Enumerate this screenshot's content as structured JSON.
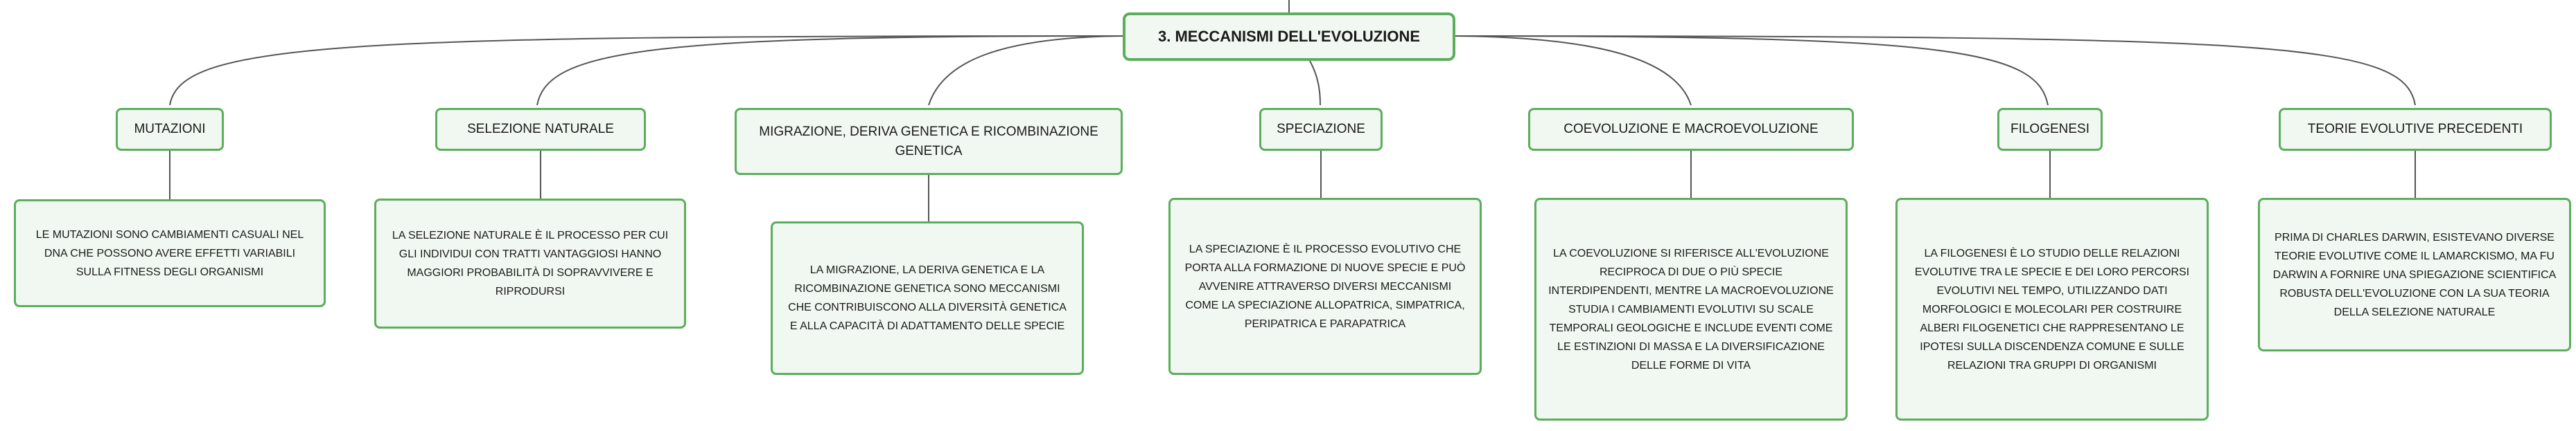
{
  "root": {
    "label": "3. MECCANISMI DELL'EVOLUZIONE"
  },
  "topics": [
    {
      "label": "MUTAZIONI",
      "description": "LE MUTAZIONI SONO CAMBIAMENTI CASUALI NEL DNA CHE POSSONO AVERE EFFETTI VARIABILI SULLA FITNESS DEGLI ORGANISMI"
    },
    {
      "label": "SELEZIONE NATURALE",
      "description": "LA SELEZIONE NATURALE È IL PROCESSO PER CUI GLI INDIVIDUI CON TRATTI VANTAGGIOSI HANNO MAGGIORI PROBABILITÀ DI SOPRAVVIVERE E RIPRODURSI"
    },
    {
      "label": "MIGRAZIONE, DERIVA GENETICA E RICOMBINAZIONE GENETICA",
      "description": "LA MIGRAZIONE, LA DERIVA GENETICA E LA RICOMBINAZIONE GENETICA SONO MECCANISMI CHE CONTRIBUISCONO ALLA DIVERSITÀ GENETICA E ALLA CAPACITÀ DI ADATTAMENTO DELLE SPECIE"
    },
    {
      "label": "SPECIAZIONE",
      "description": "LA SPECIAZIONE È IL PROCESSO EVOLUTIVO CHE PORTA ALLA FORMAZIONE DI NUOVE SPECIE E PUÒ AVVENIRE ATTRAVERSO DIVERSI MECCANISMI COME LA SPECIAZIONE ALLOPATRICA, SIMPATRICA, PERIPATRICA E PARAPATRICA"
    },
    {
      "label": "COEVOLUZIONE E MACROEVOLUZIONE",
      "description": "LA COEVOLUZIONE SI RIFERISCE ALL'EVOLUZIONE RECIPROCA DI DUE O PIÙ SPECIE INTERDIPENDENTI, MENTRE LA MACROEVOLUZIONE STUDIA I CAMBIAMENTI EVOLUTIVI SU SCALE TEMPORALI GEOLOGICHE E INCLUDE EVENTI COME LE ESTINZIONI DI MASSA E LA DIVERSIFICAZIONE DELLE FORME DI VITA"
    },
    {
      "label": "FILOGENESI",
      "description": "LA FILOGENESI È LO STUDIO DELLE RELAZIONI EVOLUTIVE TRA LE SPECIE E DEI LORO PERCORSI EVOLUTIVI NEL TEMPO, UTILIZZANDO DATI MORFOLOGICI E MOLECOLARI PER COSTRUIRE ALBERI FILOGENETICI CHE RAPPRESENTANO LE IPOTESI SULLA DISCENDENZA COMUNE E SULLE RELAZIONI TRA GRUPPI DI ORGANISMI"
    },
    {
      "label": "TEORIE EVOLUTIVE PRECEDENTI",
      "description": "PRIMA DI CHARLES DARWIN, ESISTEVANO DIVERSE TEORIE EVOLUTIVE COME IL LAMARCKISMO, MA FU DARWIN A FORNIRE UNA SPIEGAZIONE SCIENTIFICA ROBUSTA DELL'EVOLUZIONE CON LA SUA TEORIA DELLA SELEZIONE NATURALE"
    }
  ],
  "colors": {
    "border": "#5cae5c",
    "fill": "#f1f8f1",
    "line": "#555555"
  }
}
